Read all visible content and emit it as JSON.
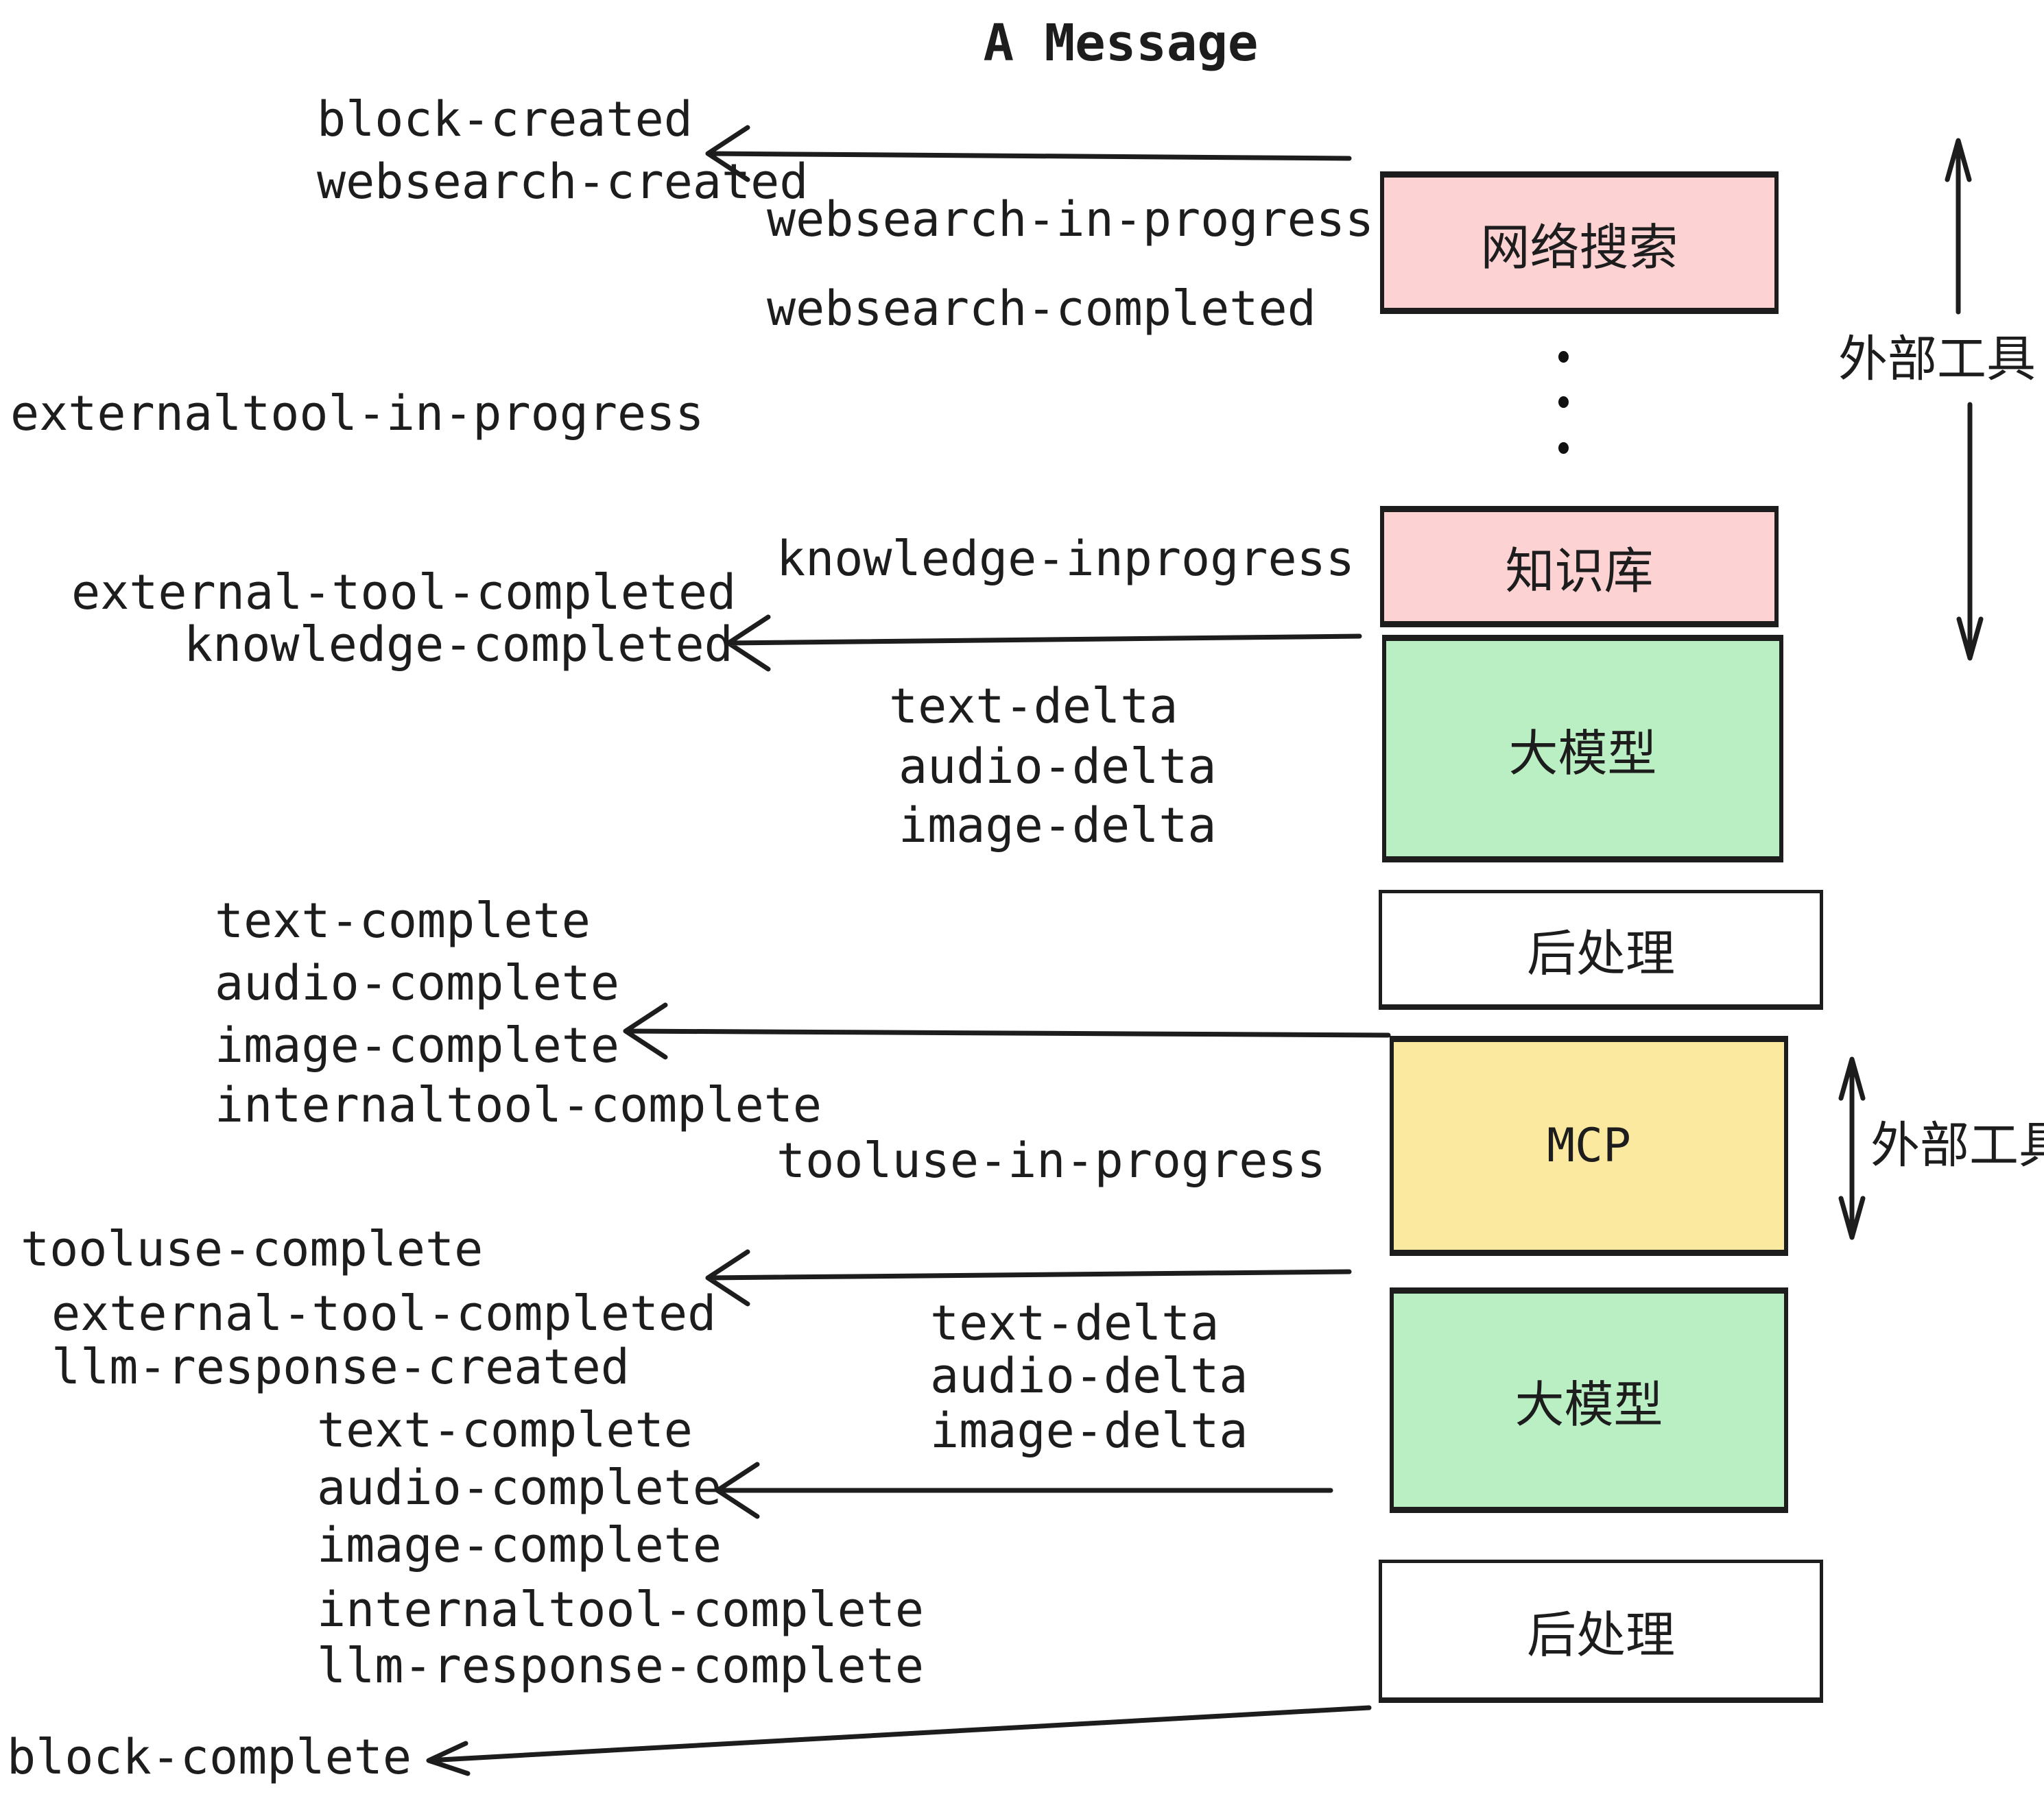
{
  "title": "A Message",
  "events": {
    "block_created": "block-created",
    "websearch_created": "websearch-created",
    "websearch_in_progress": "websearch-in-progress",
    "websearch_completed": "websearch-completed",
    "externaltool_in_progress": "externaltool-in-progress",
    "knowledge_inprogress": "knowledge-inprogress",
    "external_tool_completed_1": "external-tool-completed",
    "knowledge_completed": "knowledge-completed",
    "text_delta_1": "text-delta",
    "audio_delta_1": "audio-delta",
    "image_delta_1": "image-delta",
    "text_complete_1": "text-complete",
    "audio_complete_1": "audio-complete",
    "image_complete_1": "image-complete",
    "internaltool_complete_1": "internaltool-complete",
    "tooluse_in_progress": "tooluse-in-progress",
    "tooluse_complete": "tooluse-complete",
    "external_tool_completed_2": "external-tool-completed",
    "llm_response_created": "llm-response-created",
    "text_delta_2": "text-delta",
    "audio_delta_2": "audio-delta",
    "image_delta_2": "image-delta",
    "text_complete_2": "text-complete",
    "audio_complete_2": "audio-complete",
    "image_complete_2": "image-complete",
    "internaltool_complete_2": "internaltool-complete",
    "llm_response_complete": "llm-response-complete",
    "block_complete": "block-complete"
  },
  "boxes": {
    "websearch": "网络搜索",
    "knowledge": "知识库",
    "model1": "大模型",
    "post1": "后处理",
    "mcp": "MCP",
    "model2": "大模型",
    "post2": "后处理"
  },
  "annotations": {
    "external_tools_1": "外部工具",
    "external_tools_2": "外部工具"
  },
  "colors": {
    "pink": "#fcd2d3",
    "green": "#b9efc2",
    "yellow": "#fce9a0",
    "white": "#ffffff",
    "ink": "#1d1d1d"
  }
}
